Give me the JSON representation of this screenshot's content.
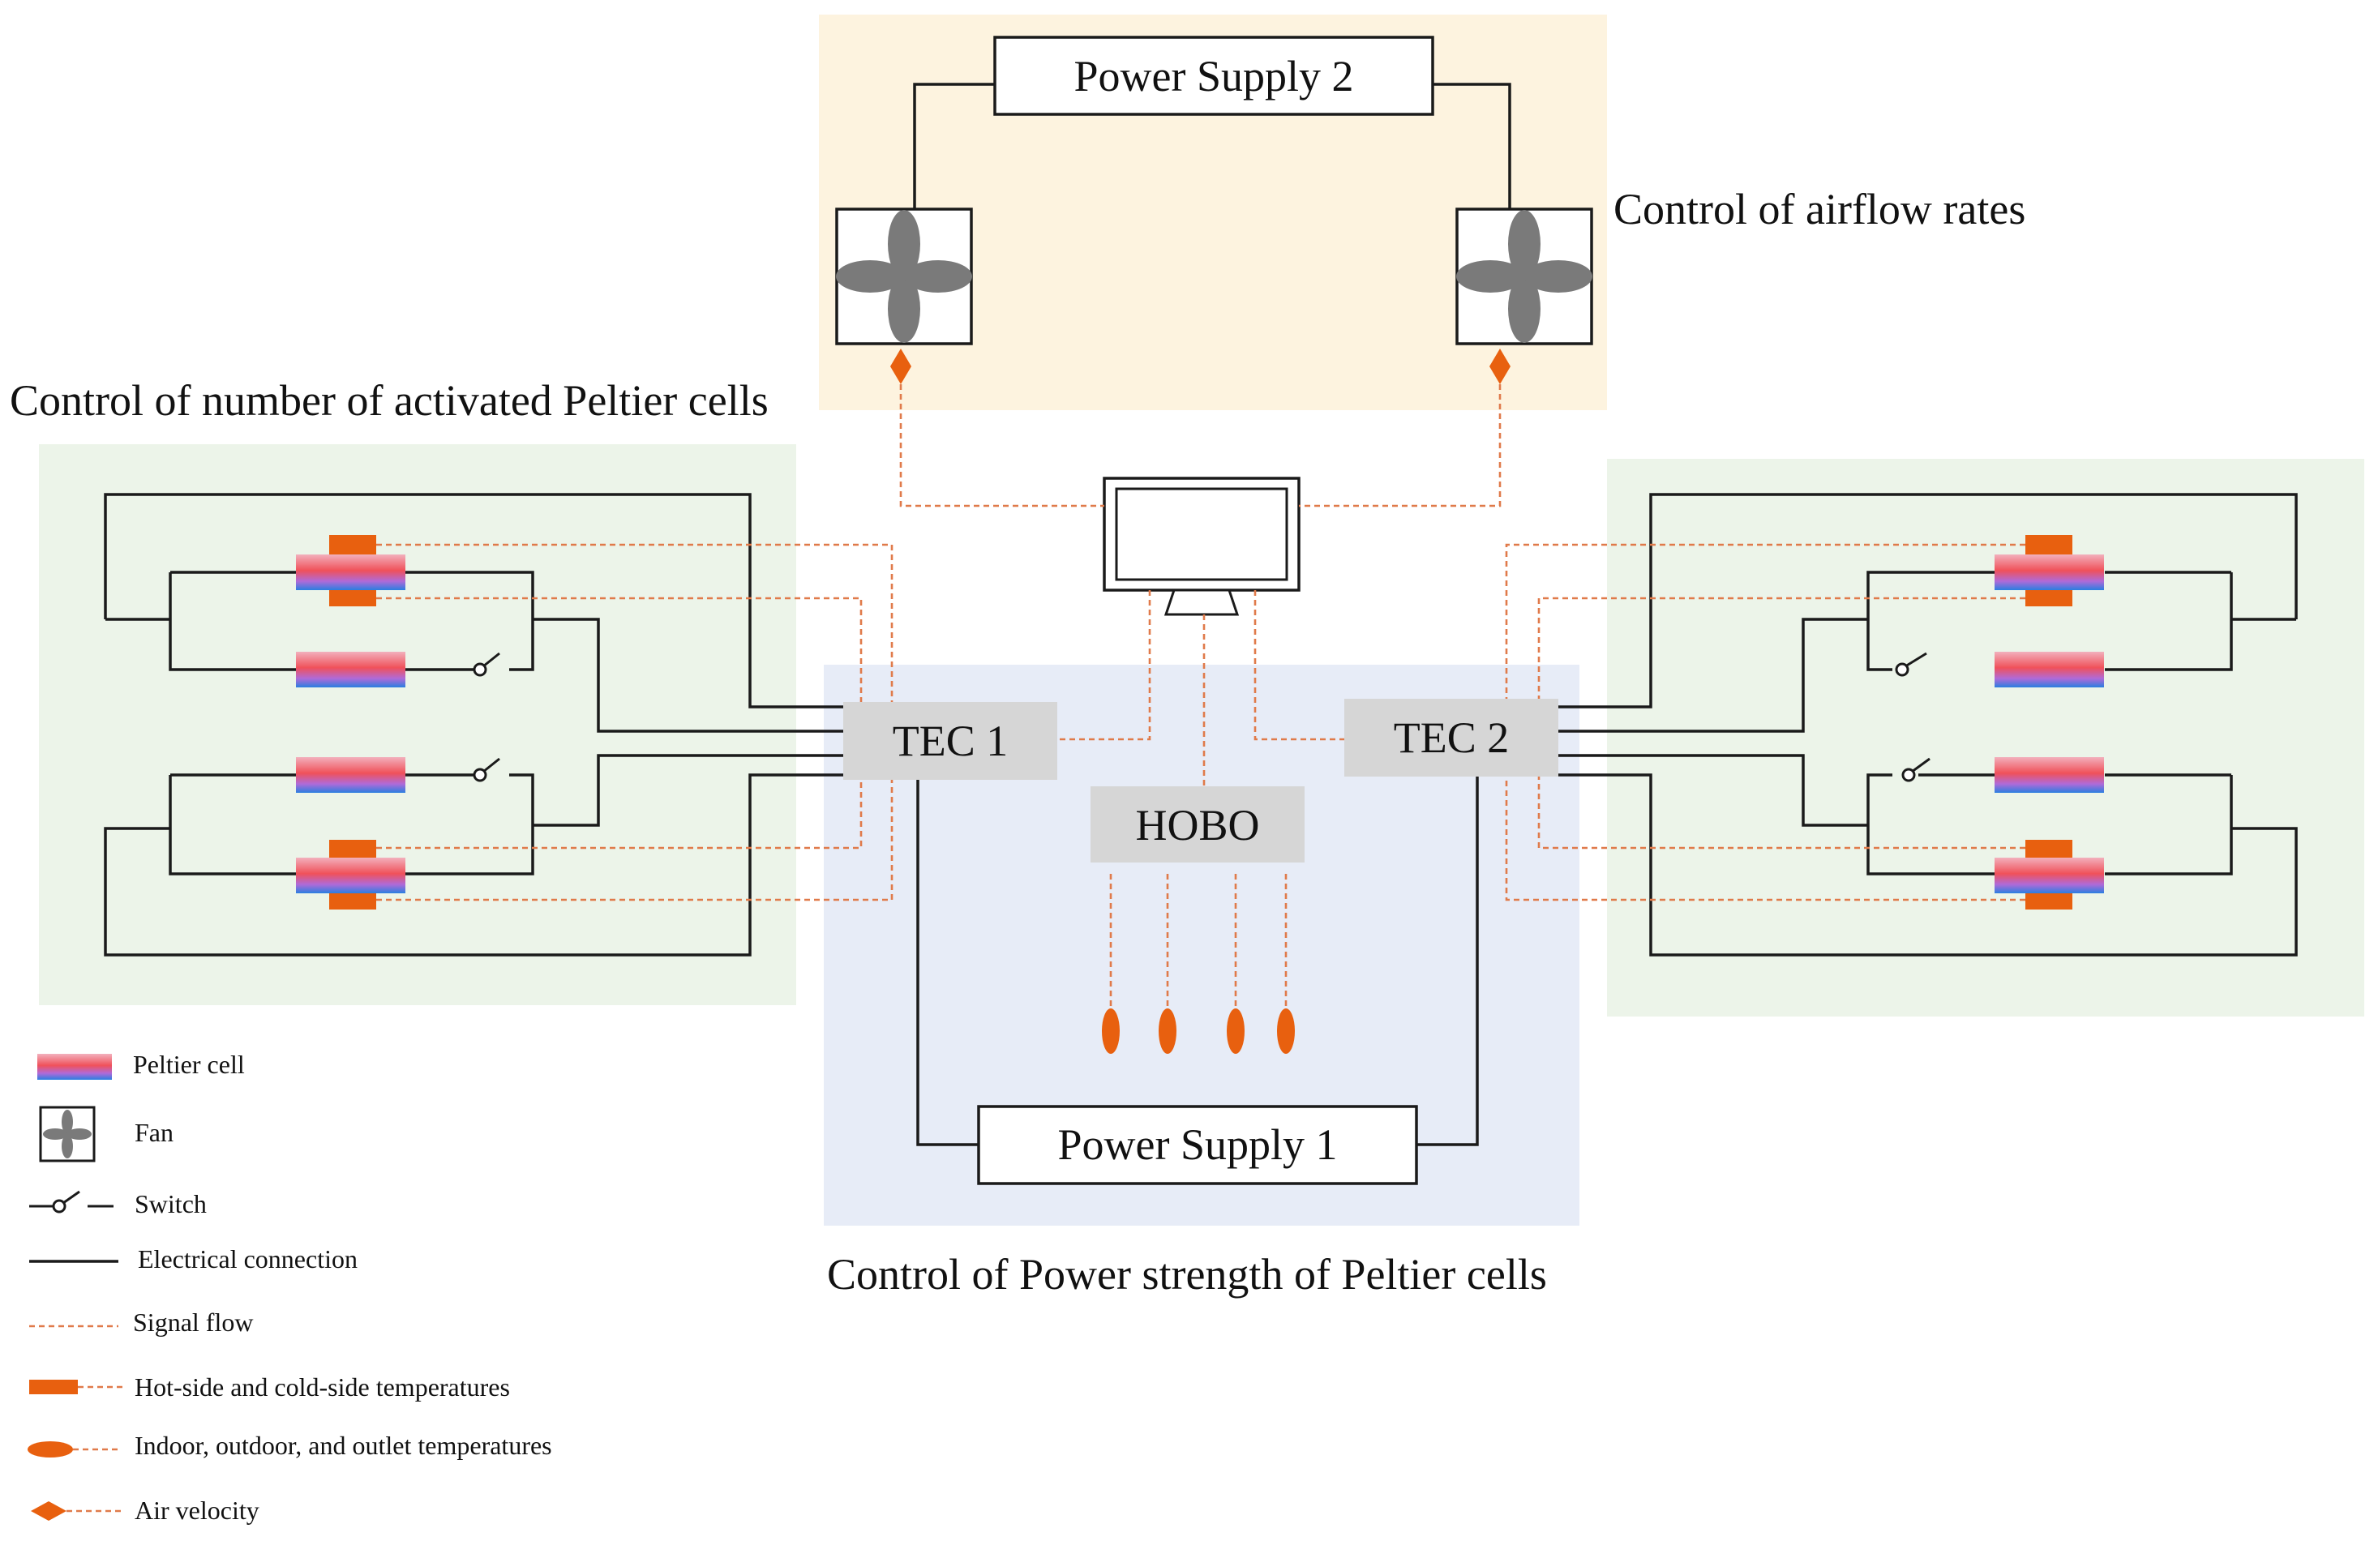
{
  "regions": {
    "airflow_caption": "Control of airflow rates",
    "cells_caption": "Control of number of activated Peltier cells",
    "power_caption": "Control of Power strength of Peltier cells"
  },
  "boxes": {
    "power_supply_2": "Power Supply 2",
    "power_supply_1": "Power Supply 1",
    "tec1": "TEC 1",
    "tec2": "TEC 2",
    "hobo": "HOBO"
  },
  "legend": [
    {
      "icon": "peltier-cell-icon",
      "label": "Peltier cell"
    },
    {
      "icon": "fan-icon",
      "label": "Fan"
    },
    {
      "icon": "switch-icon",
      "label": "Switch"
    },
    {
      "icon": "electrical-line-icon",
      "label": "Electrical connection"
    },
    {
      "icon": "signal-line-icon",
      "label": "Signal flow"
    },
    {
      "icon": "temp-sensor-rect-icon",
      "label": "Hot-side and cold-side temperatures"
    },
    {
      "icon": "temp-sensor-oval-icon",
      "label": "Indoor, outdoor, and outlet temperatures"
    },
    {
      "icon": "air-velocity-diamond-icon",
      "label": "Air velocity"
    }
  ],
  "colors": {
    "airflow_region": "#fdf3df",
    "cells_region": "#ecf4e9",
    "power_region": "#e7ecf7",
    "box_gray": "#d6d6d6",
    "sensor_orange": "#e8600f",
    "signal_orange": "#e07a4a",
    "peltier_top": "#f0515a",
    "peltier_bottom": "#2a7fe0"
  }
}
